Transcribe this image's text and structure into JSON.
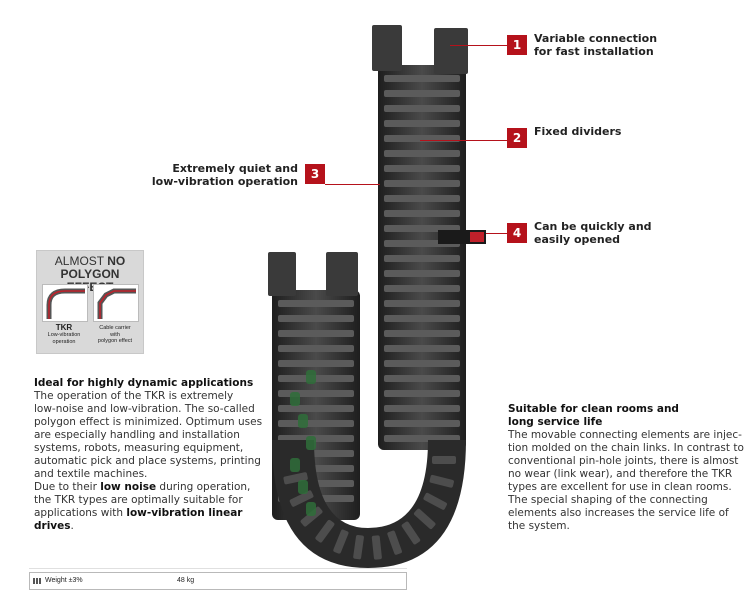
{
  "callouts": [
    {
      "num": "1",
      "line1": "Variable connection",
      "line2": "for fast installation"
    },
    {
      "num": "2",
      "line1": "Fixed dividers",
      "line2": ""
    },
    {
      "num": "3",
      "line1": "Extremely quiet and",
      "line2": "low-vibration operation"
    },
    {
      "num": "4",
      "line1": "Can be quickly and",
      "line2": "easily opened"
    }
  ],
  "badge": {
    "almost": "ALMOST",
    "no": "NO",
    "polygon_effect": "POLYGON EFFECT",
    "left_title": "TKR",
    "left_sub1": "Low-vibration",
    "left_sub2": "operation",
    "right_line1": "Cable carrier",
    "right_line2": "with",
    "right_line3": "polygon effect"
  },
  "left_section": {
    "heading": "Ideal for highly dynamic applications",
    "p1": [
      "The operation of the TKR is extremely",
      "low-noise and low-vibration. The so-called",
      "polygon effect is minimized. Optimum uses",
      "are especially handling and installation",
      "systems, robots, measuring equipment,",
      "automatic pick and place systems, printing",
      "and textile machines."
    ],
    "p2_a": "Due to their ",
    "p2_b": "low noise",
    "p2_c": " during operation,",
    "p2_line2": "the TKR types are optimally suitable for",
    "p2_line3_a": "applications with ",
    "p2_line3_b": "low-vibration linear",
    "p2_line4_b": "drives",
    "p2_line4_c": "."
  },
  "right_section": {
    "heading1": "Suitable for clean rooms and",
    "heading2": "long service life",
    "lines": [
      "The movable connecting elements are injec-",
      "tion molded on the chain links. In contrast to",
      "conventional pin-hole joints, there is almost",
      "no wear (link wear), and therefore the TKR",
      "types are excellent for use in clean rooms.",
      "The special shaping of the connecting",
      "elements also increases the service life of",
      "the system."
    ]
  },
  "table": {
    "label": "Weight  ±3%",
    "value": "48 kg"
  },
  "colors": {
    "accent": "#b5121b",
    "chain": "#2b2b2b"
  }
}
